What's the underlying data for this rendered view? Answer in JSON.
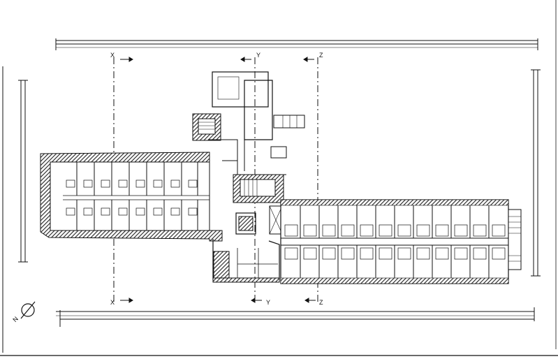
{
  "drawing": {
    "section_labels": {
      "x_top": "X",
      "y_top": "Y",
      "z_top": "Z",
      "x_bottom": "X",
      "y_bottom": "Y",
      "z_bottom": "Z"
    },
    "north_label": "N",
    "line_color": "#111111",
    "wall_fill_color": "#3a3a3a"
  }
}
